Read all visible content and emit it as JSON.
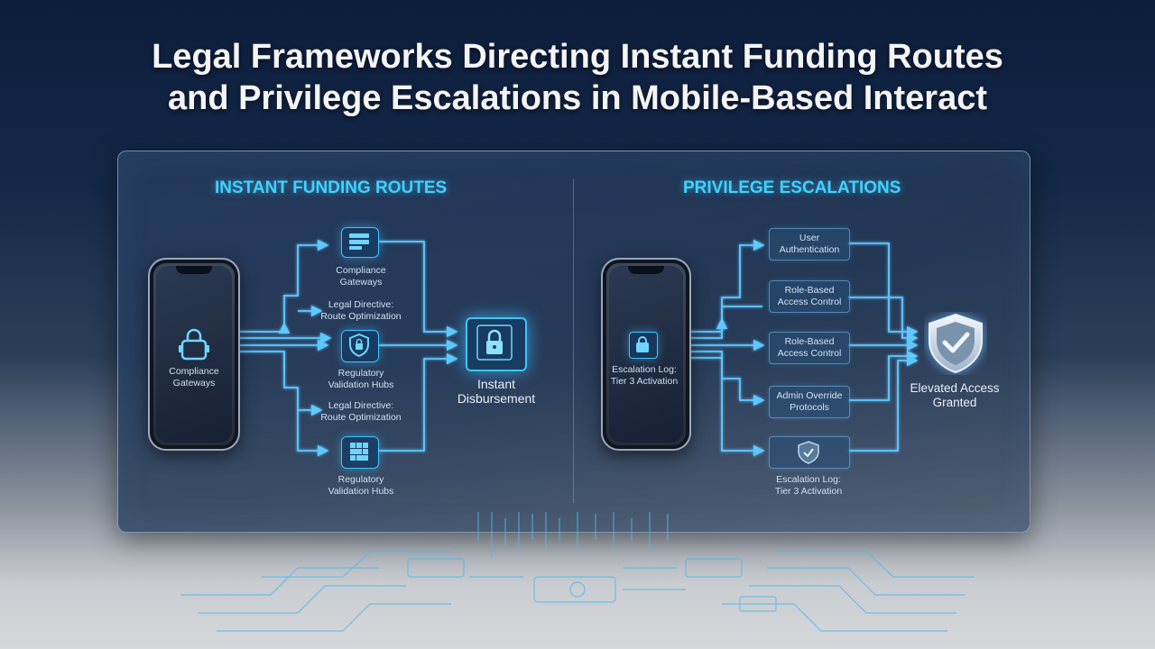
{
  "title": {
    "line1": "Legal Frameworks Directing Instant Funding Routes",
    "line2": "and Privilege Escalations in Mobile-Based Interact"
  },
  "left": {
    "heading": "INSTANT FUNDING ROUTES",
    "phone_label": {
      "line1": "Compliance",
      "line2": "Gateways"
    },
    "nodes": [
      {
        "line1": "Compliance",
        "line2": "Gateways"
      },
      {
        "line1": "Legal Directive:",
        "line2": "Route Optimization"
      },
      {
        "line1": "Regulatory",
        "line2": "Validation Hubs"
      },
      {
        "line1": "Legal Directive:",
        "line2": "Route Optimization"
      },
      {
        "line1": "Regulatory",
        "line2": "Validation Hubs"
      }
    ],
    "target": {
      "line1": "Instant",
      "line2": "Disbursement"
    }
  },
  "right": {
    "heading": "PRIVILEGE ESCALATIONS",
    "phone_label": {
      "line1": "Escalation Log:",
      "line2": "Tier 3 Activation"
    },
    "nodes": [
      {
        "line1": "User",
        "line2": "Authentication"
      },
      {
        "line1": "Role-Based",
        "line2": "Access Control"
      },
      {
        "line1": "Role-Based",
        "line2": "Access Control"
      },
      {
        "line1": "Admin Override",
        "line2": "Protocols"
      },
      {
        "line1": "Escalation Log:",
        "line2": "Tier 3 Activation"
      }
    ],
    "target": {
      "line1": "Elevated Access",
      "line2": "Granted"
    }
  },
  "colors": {
    "accent": "#3fd2ff",
    "wire": "#5fc8ff",
    "background_top": "#0d1d3c",
    "background_bottom": "#d6d8db"
  },
  "icons": {
    "left_phone": "padlock-icon",
    "left_node_top": "server-stack-icon",
    "left_node_mid": "shield-lock-icon",
    "left_node_bottom": "grid-blocks-icon",
    "left_target": "vault-lock-icon",
    "right_phone": "padlock-icon",
    "right_node_bottom": "shield-icon",
    "right_target": "shield-check-icon"
  }
}
